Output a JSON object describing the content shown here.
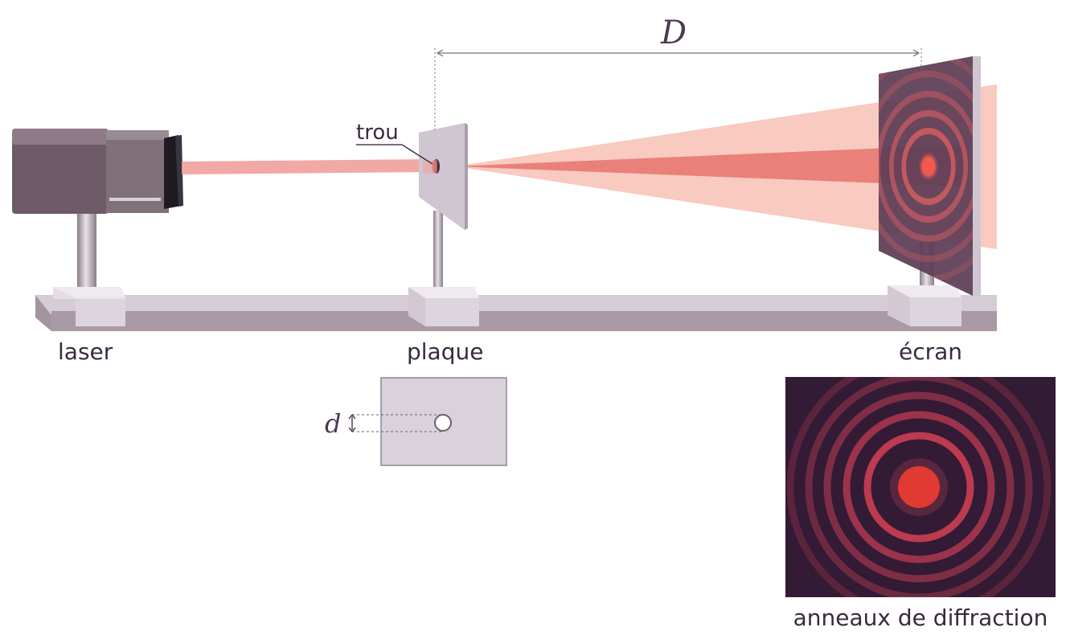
{
  "labels": {
    "laser": "laser",
    "plate": "plaque",
    "screen": "écran",
    "hole": "trou",
    "distance": "D",
    "diameter": "d",
    "pattern": "anneaux de diffraction"
  },
  "colors": {
    "beam": "#e8473f",
    "beam_light": "#f6b8ad",
    "screen": "#3a2040",
    "pattern_bg": "#331a35",
    "rail": "#b8a9b8",
    "laser_body": "#77636e",
    "plate": "#d9d2db"
  },
  "icons": {
    "laser": "laser-device-icon",
    "plate": "plate-with-hole-icon",
    "screen": "screen-icon"
  }
}
